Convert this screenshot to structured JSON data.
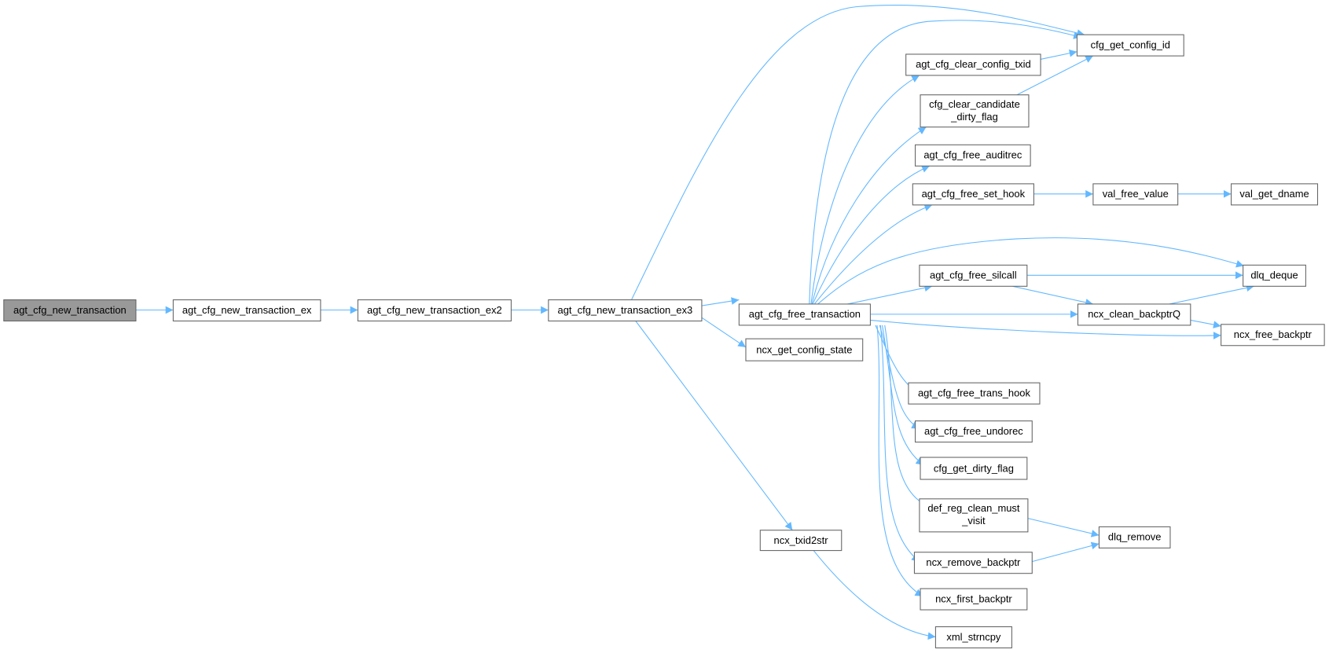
{
  "nodes": {
    "n0": [
      "agt_cfg_new_transaction"
    ],
    "n1": [
      "agt_cfg_new_transaction_ex"
    ],
    "n2": [
      "agt_cfg_new_transaction_ex2"
    ],
    "n3": [
      "agt_cfg_new_transaction_ex3"
    ],
    "n4": [
      "agt_cfg_free_transaction"
    ],
    "n5": [
      "ncx_get_config_state"
    ],
    "n6": [
      "ncx_txid2str"
    ],
    "n7": [
      "cfg_get_config_id"
    ],
    "n8": [
      "agt_cfg_clear_config_txid"
    ],
    "n9": [
      "cfg_clear_candidate",
      "_dirty_flag"
    ],
    "n10": [
      "agt_cfg_free_auditrec"
    ],
    "n11": [
      "agt_cfg_free_set_hook"
    ],
    "n12": [
      "val_free_value"
    ],
    "n13": [
      "val_get_dname"
    ],
    "n14": [
      "agt_cfg_free_silcall"
    ],
    "n15": [
      "dlq_deque"
    ],
    "n16": [
      "ncx_clean_backptrQ"
    ],
    "n17": [
      "ncx_free_backptr"
    ],
    "n18": [
      "agt_cfg_free_trans_hook"
    ],
    "n19": [
      "agt_cfg_free_undorec"
    ],
    "n20": [
      "cfg_get_dirty_flag"
    ],
    "n21": [
      "def_reg_clean_must",
      "_visit"
    ],
    "n22": [
      "dlq_remove"
    ],
    "n23": [
      "ncx_remove_backptr"
    ],
    "n24": [
      "ncx_first_backptr"
    ],
    "n25": [
      "xml_strncpy"
    ]
  },
  "colors": {
    "edge": "#63b8ff",
    "root_fill": "#999999",
    "border": "#666666"
  }
}
